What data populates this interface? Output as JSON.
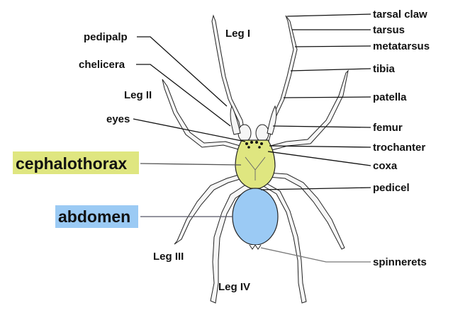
{
  "colors": {
    "cephalothorax": "#dfe680",
    "abdomen": "#9bcaf4",
    "outline": "#222222"
  },
  "labels": {
    "tarsal_claw": "tarsal claw",
    "tarsus": "tarsus",
    "metatarsus": "metatarsus",
    "tibia": "tibia",
    "patella": "patella",
    "femur": "femur",
    "trochanter": "trochanter",
    "coxa": "coxa",
    "pedicel": "pedicel",
    "spinnerets": "spinnerets",
    "pedipalp": "pedipalp",
    "chelicera": "chelicera",
    "eyes": "eyes",
    "cephalothorax": "cephalothorax",
    "abdomen": "abdomen"
  },
  "legs": {
    "leg1": "Leg I",
    "leg2": "Leg II",
    "leg3": "Leg III",
    "leg4": "Leg IV"
  }
}
